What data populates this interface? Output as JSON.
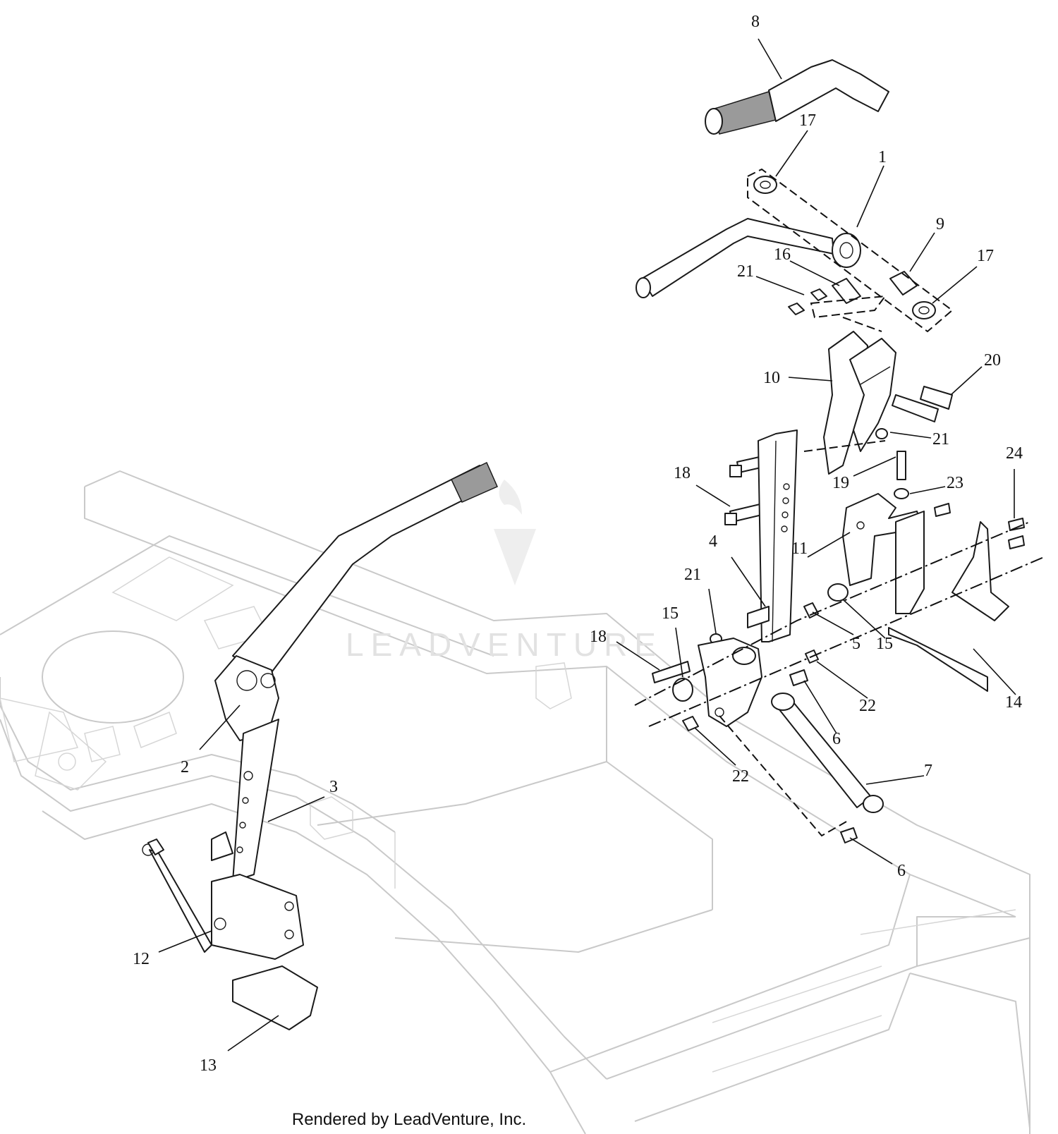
{
  "footer": "Rendered by LeadVenture, Inc.",
  "watermark": "LEADVENTURE",
  "callouts": [
    {
      "label": "1"
    },
    {
      "label": "2"
    },
    {
      "label": "3"
    },
    {
      "label": "4"
    },
    {
      "label": "5"
    },
    {
      "label": "6"
    },
    {
      "label": "6"
    },
    {
      "label": "7"
    },
    {
      "label": "8"
    },
    {
      "label": "9"
    },
    {
      "label": "10"
    },
    {
      "label": "11"
    },
    {
      "label": "12"
    },
    {
      "label": "13"
    },
    {
      "label": "14"
    },
    {
      "label": "15"
    },
    {
      "label": "15"
    },
    {
      "label": "16"
    },
    {
      "label": "17"
    },
    {
      "label": "17"
    },
    {
      "label": "18"
    },
    {
      "label": "18"
    },
    {
      "label": "19"
    },
    {
      "label": "20"
    },
    {
      "label": "21"
    },
    {
      "label": "21"
    },
    {
      "label": "21"
    },
    {
      "label": "22"
    },
    {
      "label": "22"
    },
    {
      "label": "23"
    },
    {
      "label": "24"
    }
  ]
}
